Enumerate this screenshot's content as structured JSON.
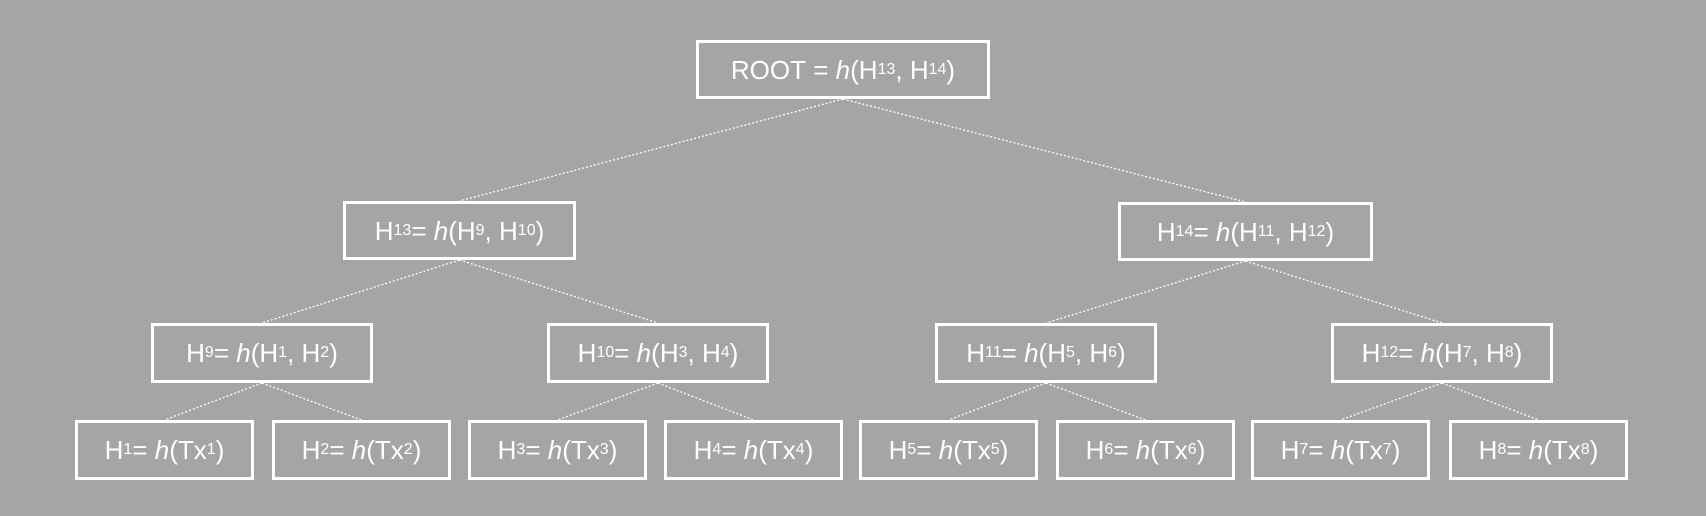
{
  "tree": {
    "root": {
      "lhs": "ROOT",
      "fn": "h",
      "args": [
        [
          "H",
          "13"
        ],
        [
          "H",
          "14"
        ]
      ]
    },
    "level1": [
      {
        "lhs": [
          "H",
          "13"
        ],
        "fn": "h",
        "args": [
          [
            "H",
            "9"
          ],
          [
            "H",
            "10"
          ]
        ]
      },
      {
        "lhs": [
          "H",
          "14"
        ],
        "fn": "h",
        "args": [
          [
            "H",
            "11"
          ],
          [
            "H",
            "12"
          ]
        ]
      }
    ],
    "level2": [
      {
        "lhs": [
          "H",
          "9"
        ],
        "fn": "h",
        "args": [
          [
            "H",
            "1"
          ],
          [
            "H",
            "2"
          ]
        ]
      },
      {
        "lhs": [
          "H",
          "10"
        ],
        "fn": "h",
        "args": [
          [
            "H",
            "3"
          ],
          [
            "H",
            "4"
          ]
        ]
      },
      {
        "lhs": [
          "H",
          "11"
        ],
        "fn": "h",
        "args": [
          [
            "H",
            "5"
          ],
          [
            "H",
            "6"
          ]
        ]
      },
      {
        "lhs": [
          "H",
          "12"
        ],
        "fn": "h",
        "args": [
          [
            "H",
            "7"
          ],
          [
            "H",
            "8"
          ]
        ]
      }
    ],
    "leaves": [
      {
        "lhs": [
          "H",
          "1"
        ],
        "fn": "h",
        "args": [
          [
            "Tx",
            "1"
          ]
        ]
      },
      {
        "lhs": [
          "H",
          "2"
        ],
        "fn": "h",
        "args": [
          [
            "Tx",
            "2"
          ]
        ]
      },
      {
        "lhs": [
          "H",
          "3"
        ],
        "fn": "h",
        "args": [
          [
            "Tx",
            "3"
          ]
        ]
      },
      {
        "lhs": [
          "H",
          "4"
        ],
        "fn": "h",
        "args": [
          [
            "Tx",
            "4"
          ]
        ]
      },
      {
        "lhs": [
          "H",
          "5"
        ],
        "fn": "h",
        "args": [
          [
            "Tx",
            "5"
          ]
        ]
      },
      {
        "lhs": [
          "H",
          "6"
        ],
        "fn": "h",
        "args": [
          [
            "Tx",
            "6"
          ]
        ]
      },
      {
        "lhs": [
          "H",
          "7"
        ],
        "fn": "h",
        "args": [
          [
            "Tx",
            "7"
          ]
        ]
      },
      {
        "lhs": [
          "H",
          "8"
        ],
        "fn": "h",
        "args": [
          [
            "Tx",
            "8"
          ]
        ]
      }
    ]
  },
  "colors": {
    "background": "#a5a5a5",
    "box_border": "#ffffff",
    "text": "#ffffff",
    "edge": "#ffffff"
  }
}
